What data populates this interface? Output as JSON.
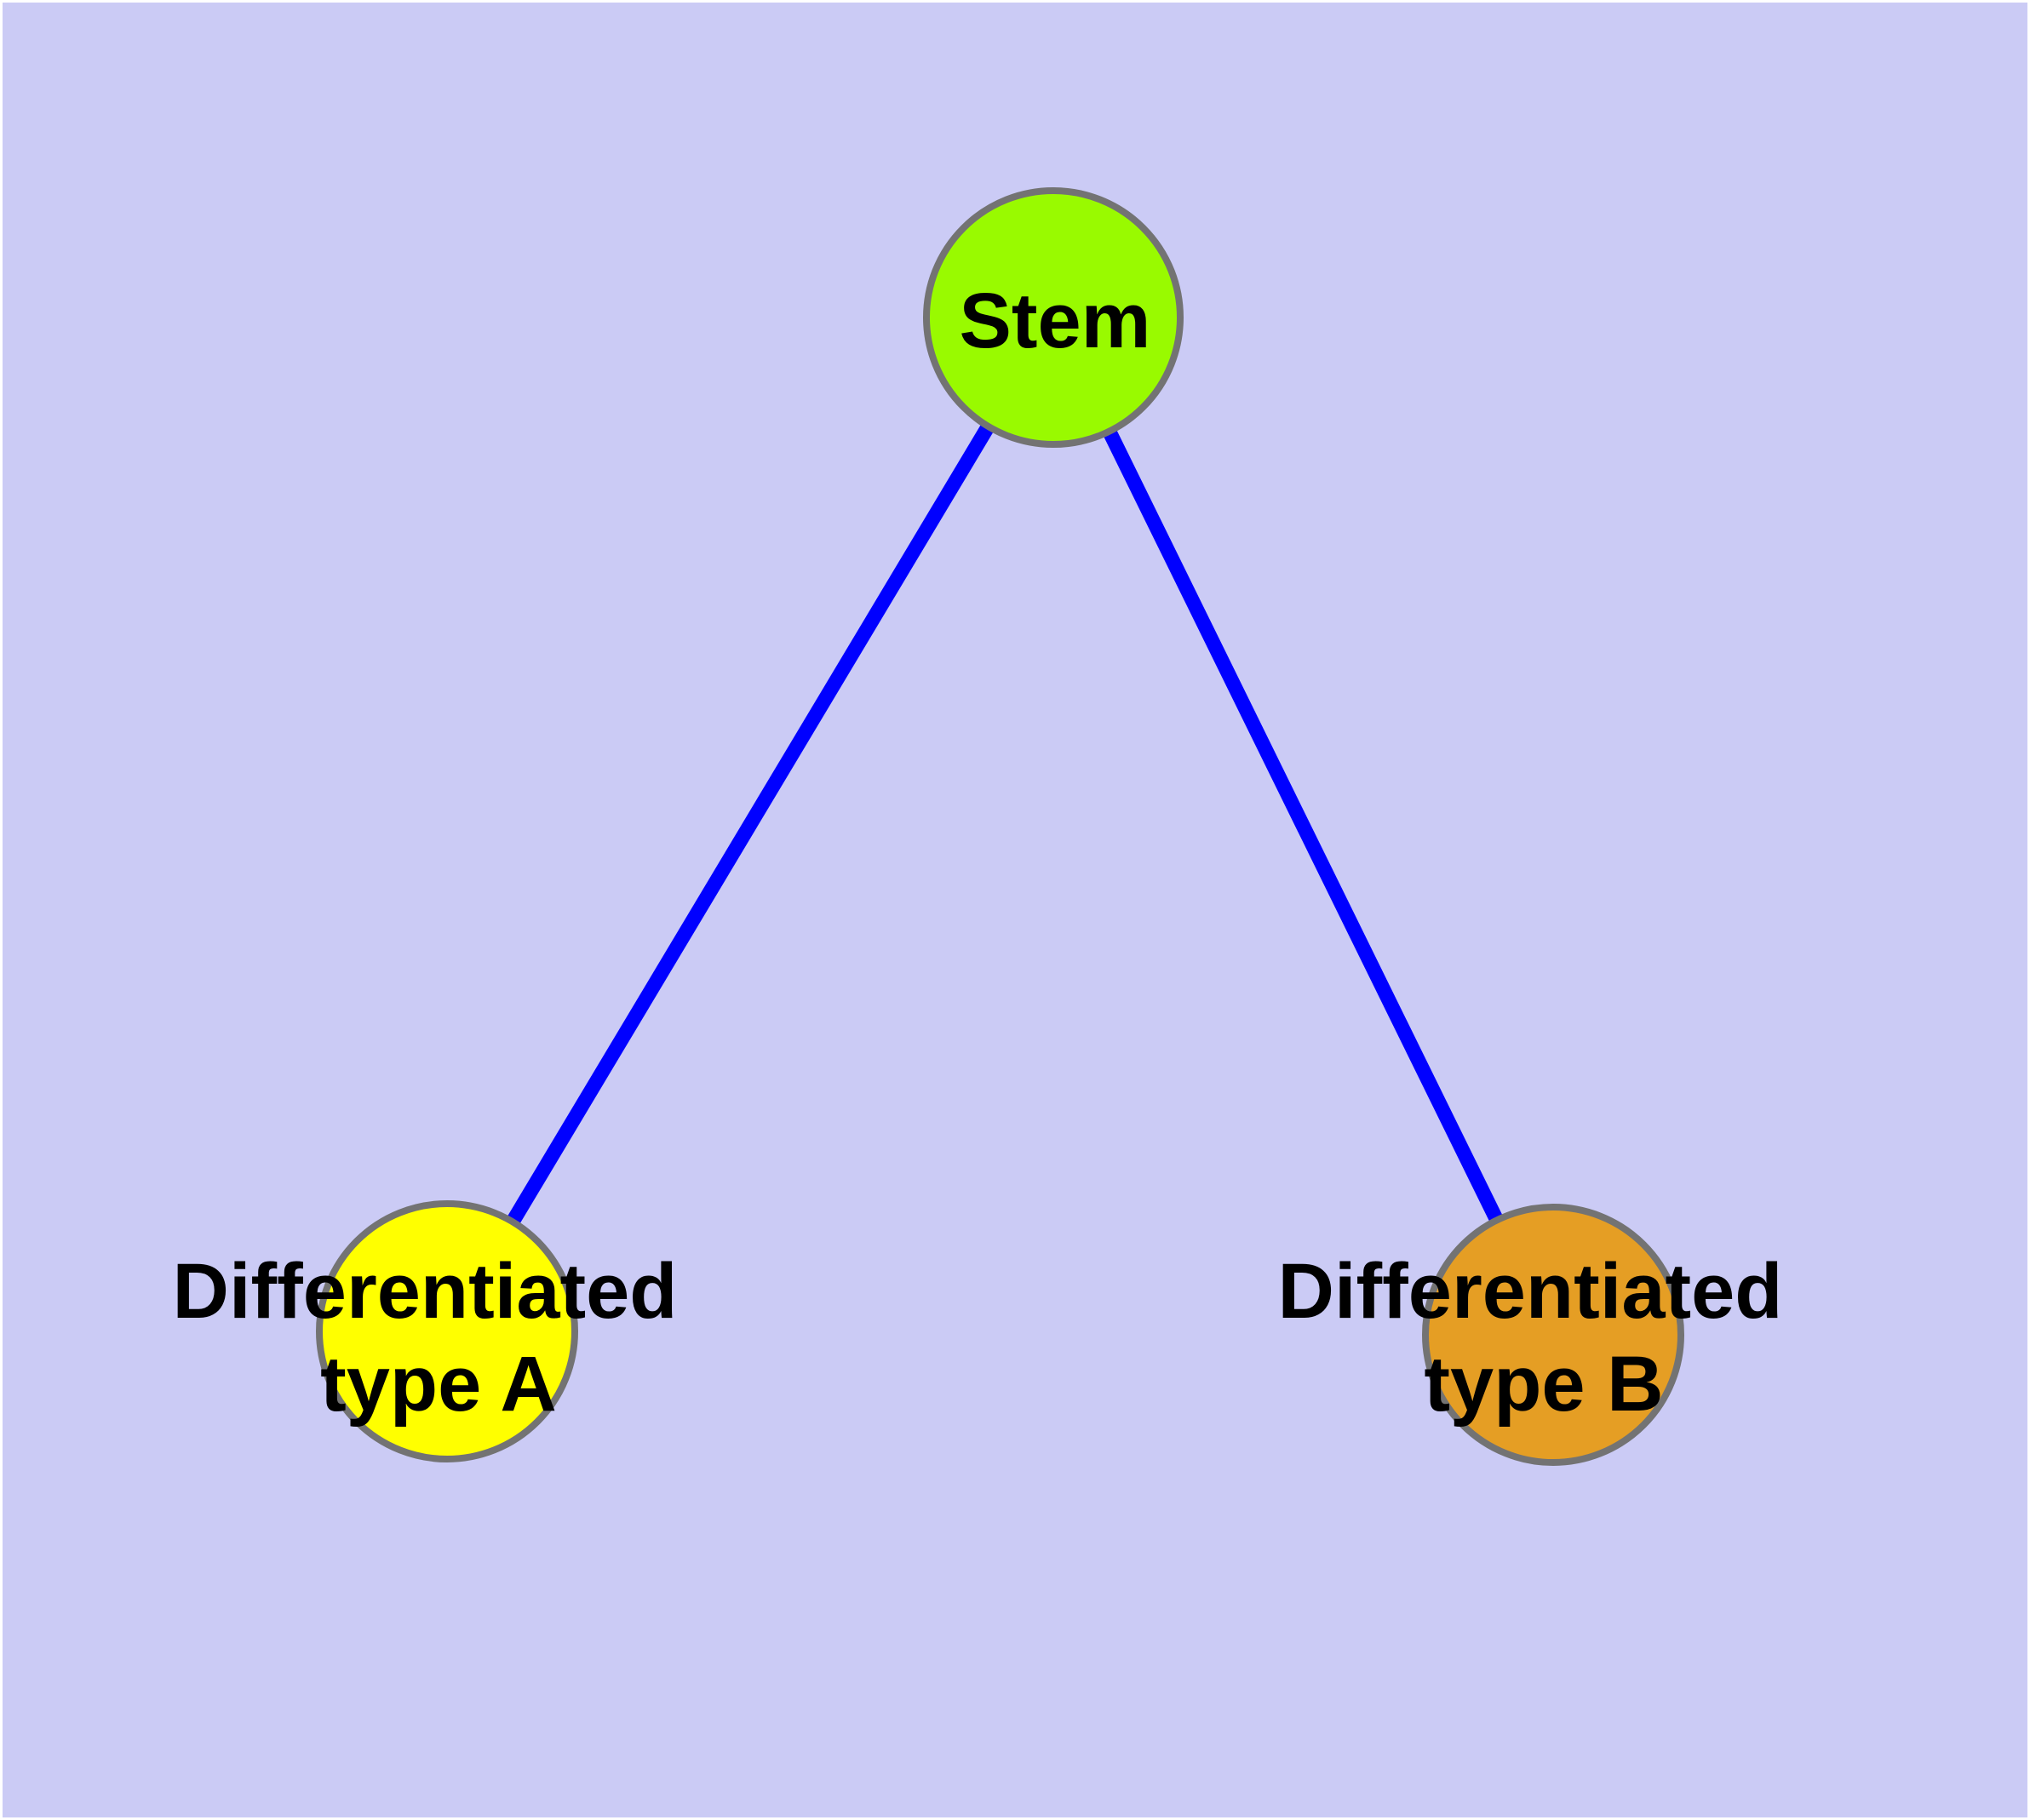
{
  "diagram": {
    "title": "Stem cell differentiation diagram",
    "colors": {
      "page_margin": "#ffffff",
      "canvas": "#cbcbf5",
      "edge": "#0000ff",
      "node_border": "#737373",
      "text": "#000000",
      "stem_fill": "#99fa00",
      "type_a_fill": "#ffff00",
      "type_b_fill": "#e59e24"
    },
    "nodes": [
      {
        "id": "stem",
        "label": "Stem",
        "label_line2": "",
        "fill": "#99fa00"
      },
      {
        "id": "type-a",
        "label": "Differentiated",
        "label_line2": "type A",
        "fill": "#ffff00"
      },
      {
        "id": "type-b",
        "label": "Differentiated",
        "label_line2": "type B",
        "fill": "#e59e24"
      }
    ],
    "edges": [
      {
        "from": "stem",
        "to": "type-a"
      },
      {
        "from": "stem",
        "to": "type-b"
      }
    ]
  }
}
